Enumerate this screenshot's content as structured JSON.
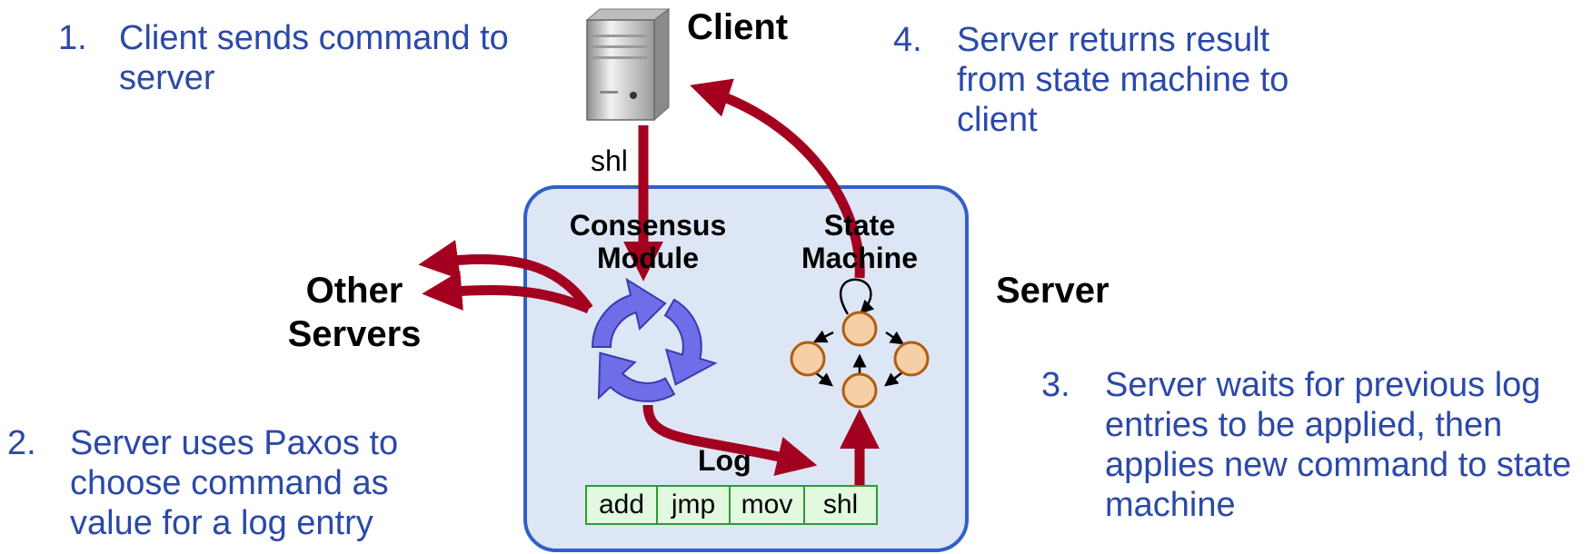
{
  "steps": [
    {
      "number": "1.",
      "text": "Client sends command to server"
    },
    {
      "number": "2.",
      "text": "Server uses Paxos to choose command as value for a log entry"
    },
    {
      "number": "3.",
      "text": "Server waits for previous log entries to be applied, then applies new command to state machine"
    },
    {
      "number": "4.",
      "text": "Server returns result from state machine to client"
    }
  ],
  "labels": {
    "client": "Client",
    "server": "Server",
    "other_servers": "Other Servers",
    "consensus_module": "Consensus Module",
    "state_machine": "State Machine",
    "log": "Log",
    "command": "shl"
  },
  "log_entries": [
    "add",
    "jmp",
    "mov",
    "shl"
  ],
  "icons": [
    "computer-icon",
    "cycle-arrows-icon",
    "state-machine-icon"
  ],
  "colors": {
    "step_text": "#2b49a8",
    "arrow": "#a3001f",
    "server_box_fill": "#dde6f5",
    "server_box_border": "#3060c8",
    "log_fill": "#e2f8df",
    "log_border": "#2e9b2e",
    "state_node_fill": "#f6cfa6",
    "state_node_border": "#b05d10",
    "cycle_arrows": "#6f6ee8"
  }
}
